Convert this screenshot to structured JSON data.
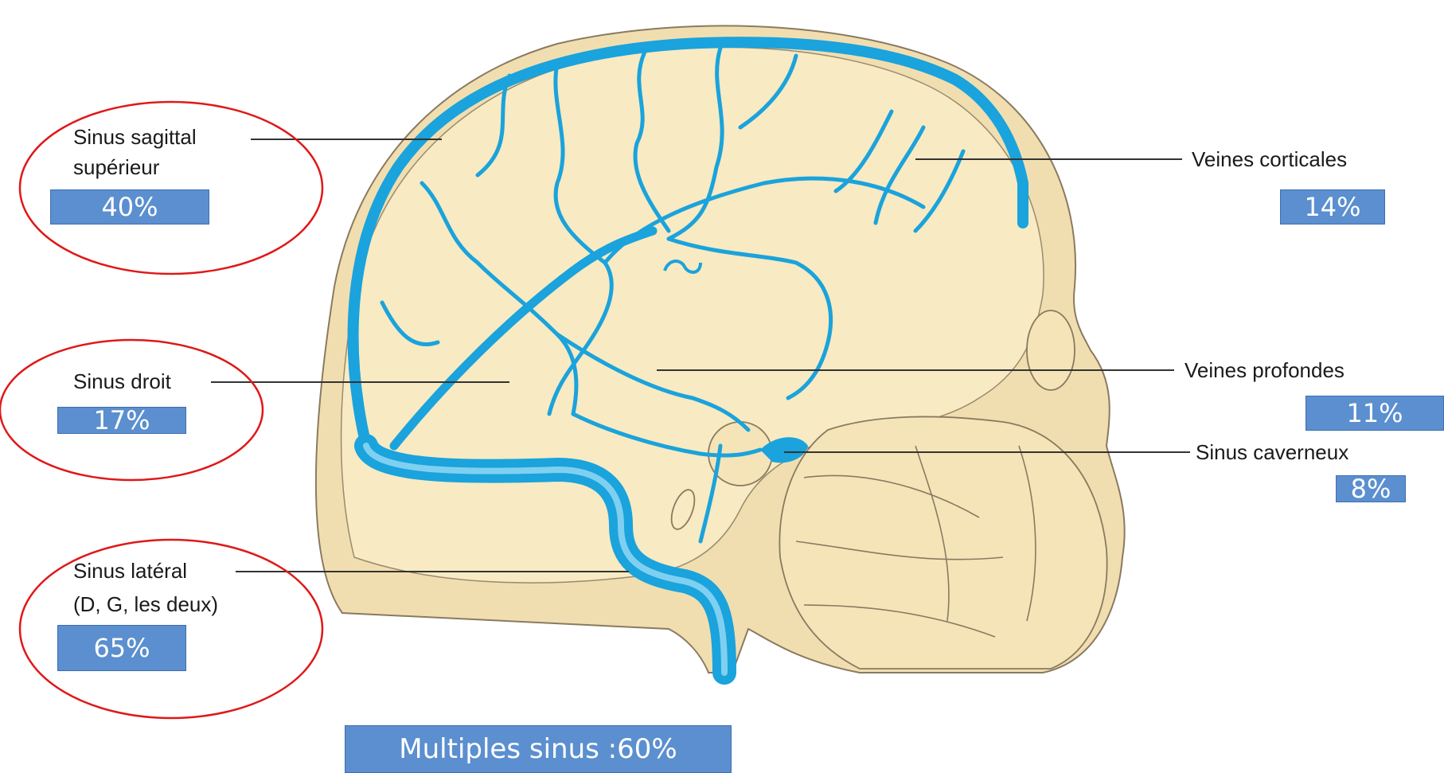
{
  "labels": {
    "sinus_sagittal": [
      "Sinus sagittal",
      "supérieur"
    ],
    "sinus_droit": "Sinus droit",
    "sinus_lateral": [
      "Sinus latéral",
      "(D, G, les deux)"
    ],
    "veines_corticales": "Veines corticales",
    "veines_profondes": "Veines profondes",
    "sinus_caverneux": "Sinus caverneux"
  },
  "percentages": {
    "sinus_sagittal": "40%",
    "sinus_droit": "17%",
    "sinus_lateral": "65%",
    "veines_corticales": "14%",
    "veines_profondes": "11%",
    "sinus_caverneux": "8%"
  },
  "footer": "Multiples sinus :60%",
  "colors": {
    "badge": "#5b8fcf",
    "vein": "#1aa3dc",
    "skull": "#f7e8bf",
    "circle": "#e01818"
  }
}
